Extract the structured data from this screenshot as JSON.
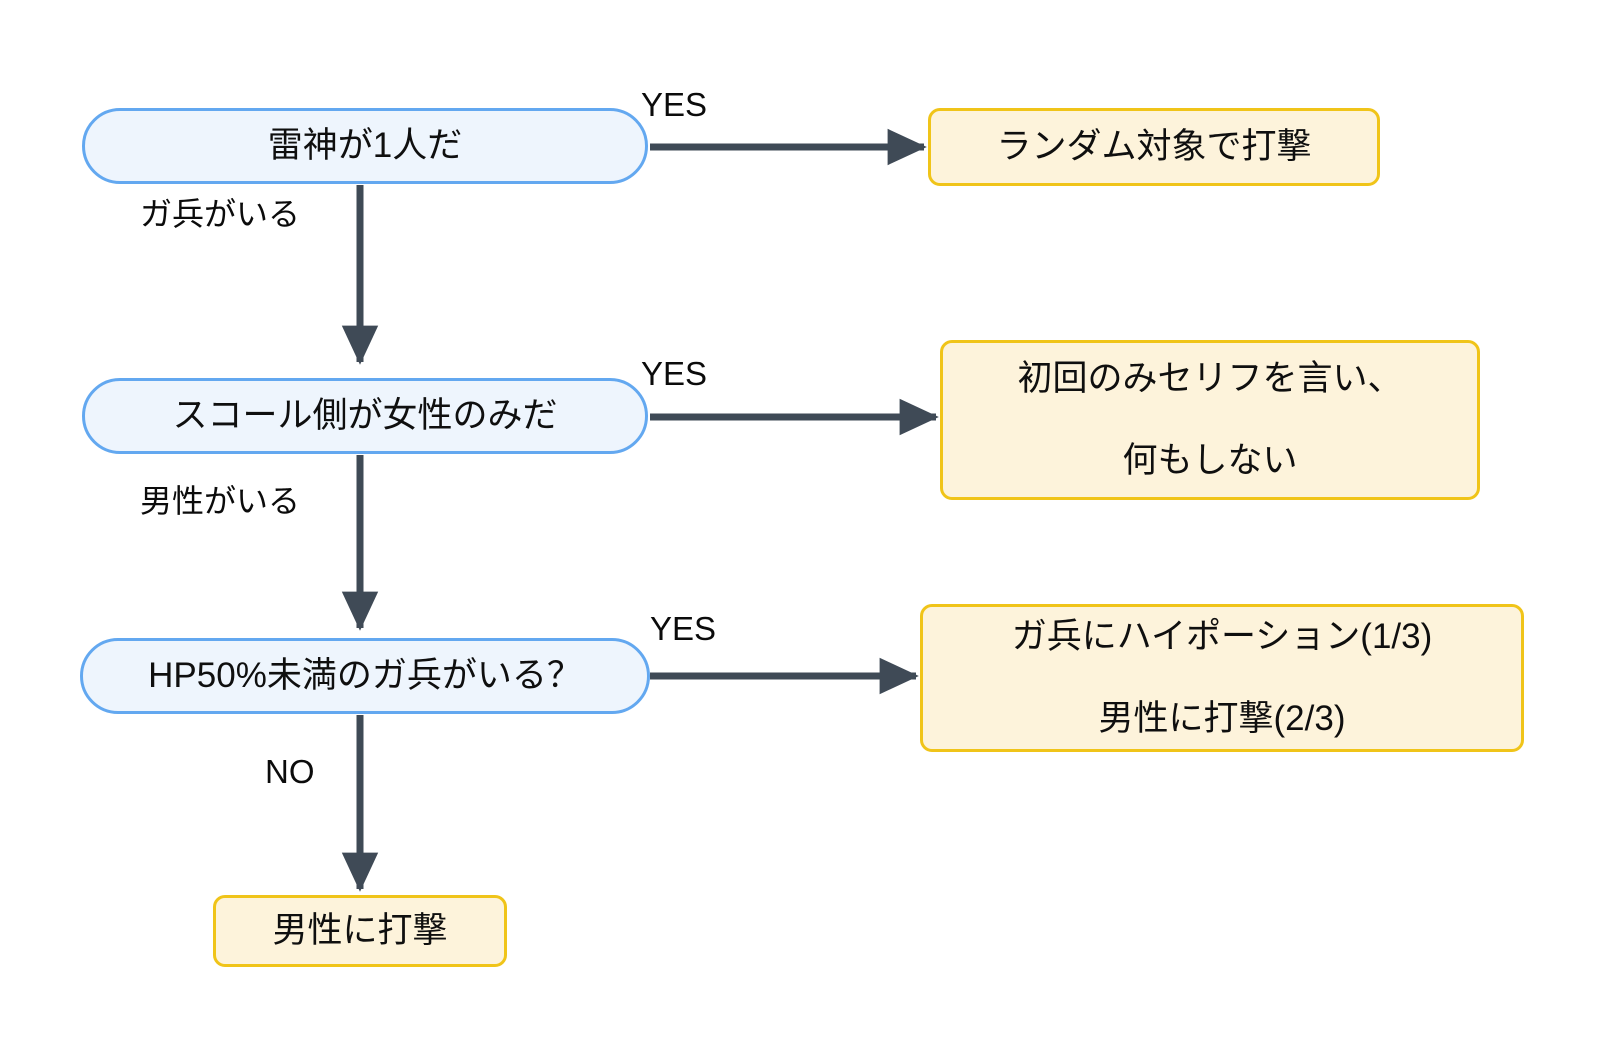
{
  "diagram": {
    "type": "flowchart",
    "title": "",
    "colors": {
      "decision_fill": "#eef5fd",
      "decision_border": "#63a8f0",
      "action_fill": "#fdf3db",
      "action_border": "#f0c419",
      "edge_stroke": "#3f4a56",
      "background": "#ffffff",
      "text": "#0f0f0f"
    },
    "nodes": {
      "d1": {
        "label": "雷神が1人だ",
        "shape": "stadium",
        "kind": "decision"
      },
      "d2": {
        "label": "スコール側が女性のみだ",
        "shape": "stadium",
        "kind": "decision"
      },
      "d3": {
        "label": "HP50%未満のガ兵がいる？",
        "shape": "stadium",
        "kind": "decision"
      },
      "a1": {
        "lines": [
          "ランダム対象で打撃"
        ],
        "shape": "rounded-rect",
        "kind": "action"
      },
      "a2": {
        "lines": [
          "初回のみセリフを言い、",
          "何もしない"
        ],
        "shape": "rounded-rect",
        "kind": "action"
      },
      "a3": {
        "lines": [
          "ガ兵にハイポーション(1/3)",
          "男性に打撃(2/3)"
        ],
        "shape": "rounded-rect",
        "kind": "action"
      },
      "a4": {
        "lines": [
          "男性に打撃"
        ],
        "shape": "rounded-rect",
        "kind": "action"
      }
    },
    "edges": [
      {
        "from": "d1",
        "to": "a1",
        "label": "YES",
        "direction": "right"
      },
      {
        "from": "d1",
        "to": "d2",
        "label": "ガ兵がいる",
        "direction": "down"
      },
      {
        "from": "d2",
        "to": "a2",
        "label": "YES",
        "direction": "right"
      },
      {
        "from": "d2",
        "to": "d3",
        "label": "男性がいる",
        "direction": "down"
      },
      {
        "from": "d3",
        "to": "a3",
        "label": "YES",
        "direction": "right"
      },
      {
        "from": "d3",
        "to": "a4",
        "label": "NO",
        "direction": "down"
      }
    ]
  }
}
